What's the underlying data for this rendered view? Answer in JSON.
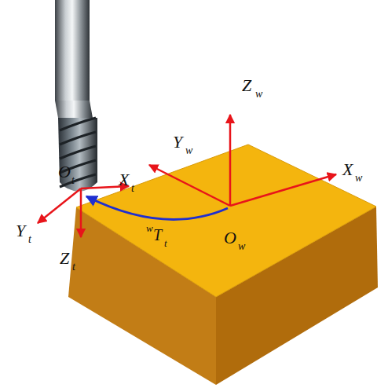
{
  "diagram": {
    "labels": [
      "X",
      "t",
      "Y",
      "t",
      "Z",
      "t",
      "O",
      "t",
      "X",
      "w",
      "Y",
      "w",
      "Z",
      "w",
      "O",
      "w",
      "w",
      "T",
      "t"
    ]
  }
}
